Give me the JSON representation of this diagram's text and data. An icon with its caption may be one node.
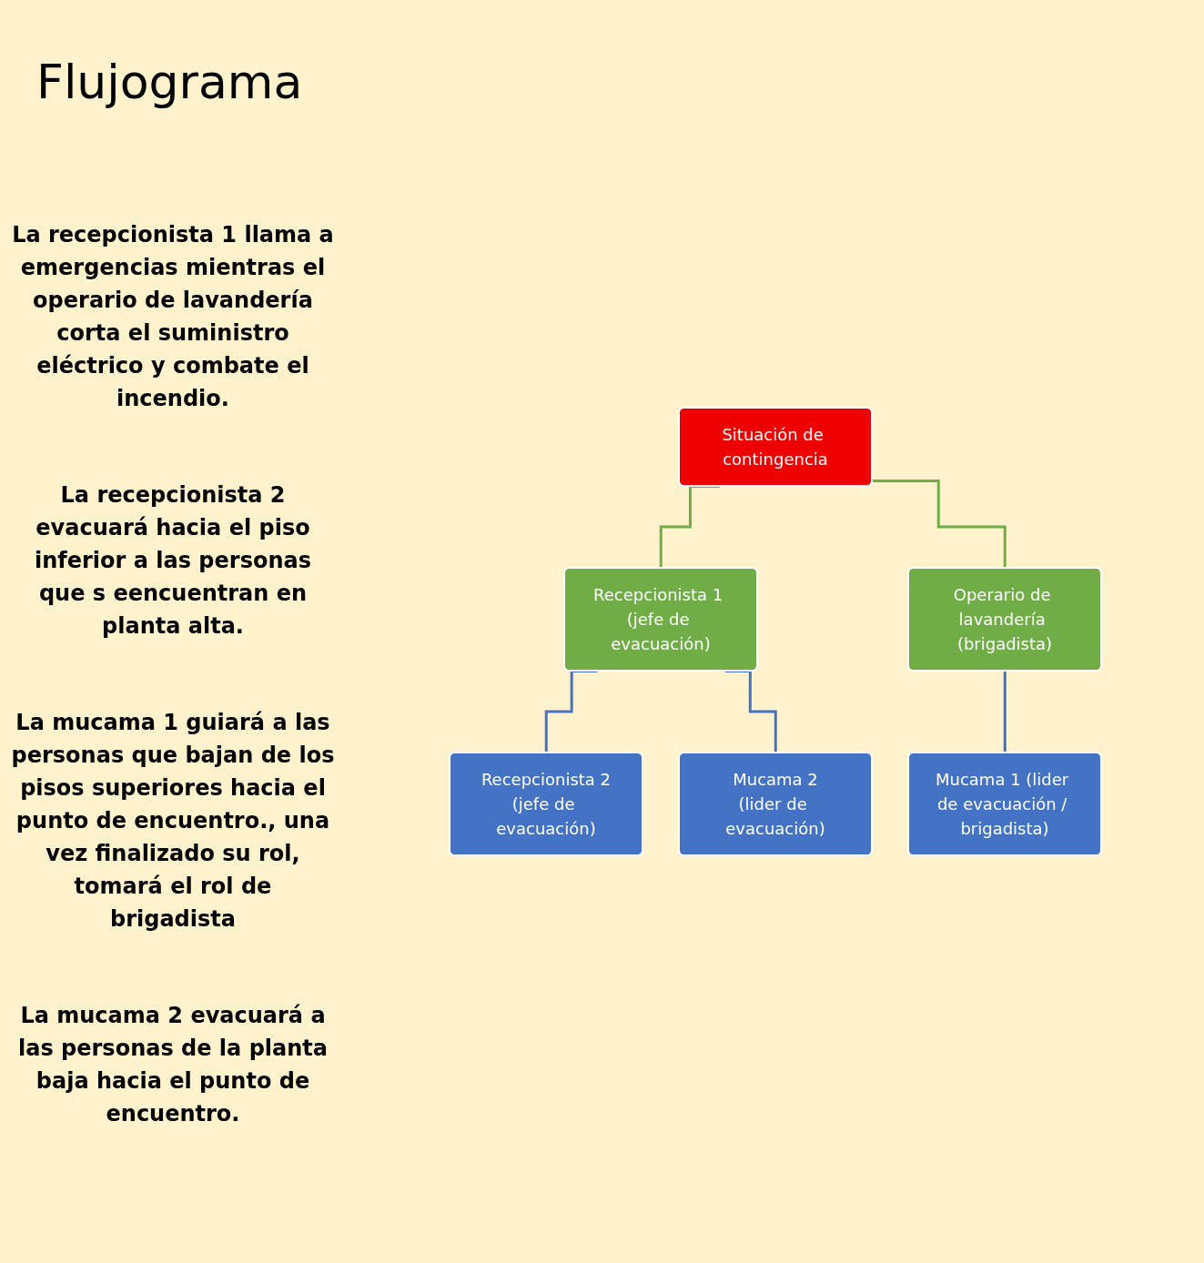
{
  "diagram": {
    "title": "Flujograma",
    "nodes": [
      {
        "text": [
          "Situación de contingencia"
        ]
      },
      {
        "text": [
          "Recepcionista 1 (jefe de evacuación)"
        ]
      },
      {
        "text": [
          "Operario de lavandería (brigadista)"
        ]
      },
      {
        "text": [
          "Recepcionista 2",
          "(jefe de evacuación)"
        ]
      },
      {
        "text": [
          "Mucama 1 (lider de evacuación / brigadista)"
        ]
      },
      {
        "text": [
          "Mucama 2",
          "(lider de evacuación)"
        ]
      }
    ],
    "edges": [
      {
        "from": 0,
        "to": 1,
        "arrow": "none",
        "color": "#70ad47"
      },
      {
        "from": 0,
        "to": 2,
        "arrow": "none",
        "color": "#70ad47"
      },
      {
        "from": 1,
        "to": 3,
        "arrow": "none"
      },
      {
        "from": 1,
        "to": 5,
        "arrow": "none"
      },
      {
        "from": 2,
        "to": 4,
        "arrow": "none"
      }
    ],
    "labels": [
      "La recepcionista 1 llama a emergencias mientras el operario de lavandería corta el suministro eléctrico y combate el incendio.",
      "La recepcionista 2 evacuará hacia el piso inferior a las personas que s eencuentran en planta alta.",
      "La mucama 1 guiará a las personas que bajan de los pisos superiores hacia el punto de encuentro., una vez finalizado su rol, tomará el rol de brigadista",
      "La mucama 2 evacuará a las personas de la planta baja hacia el punto de encuentro."
    ]
  }
}
